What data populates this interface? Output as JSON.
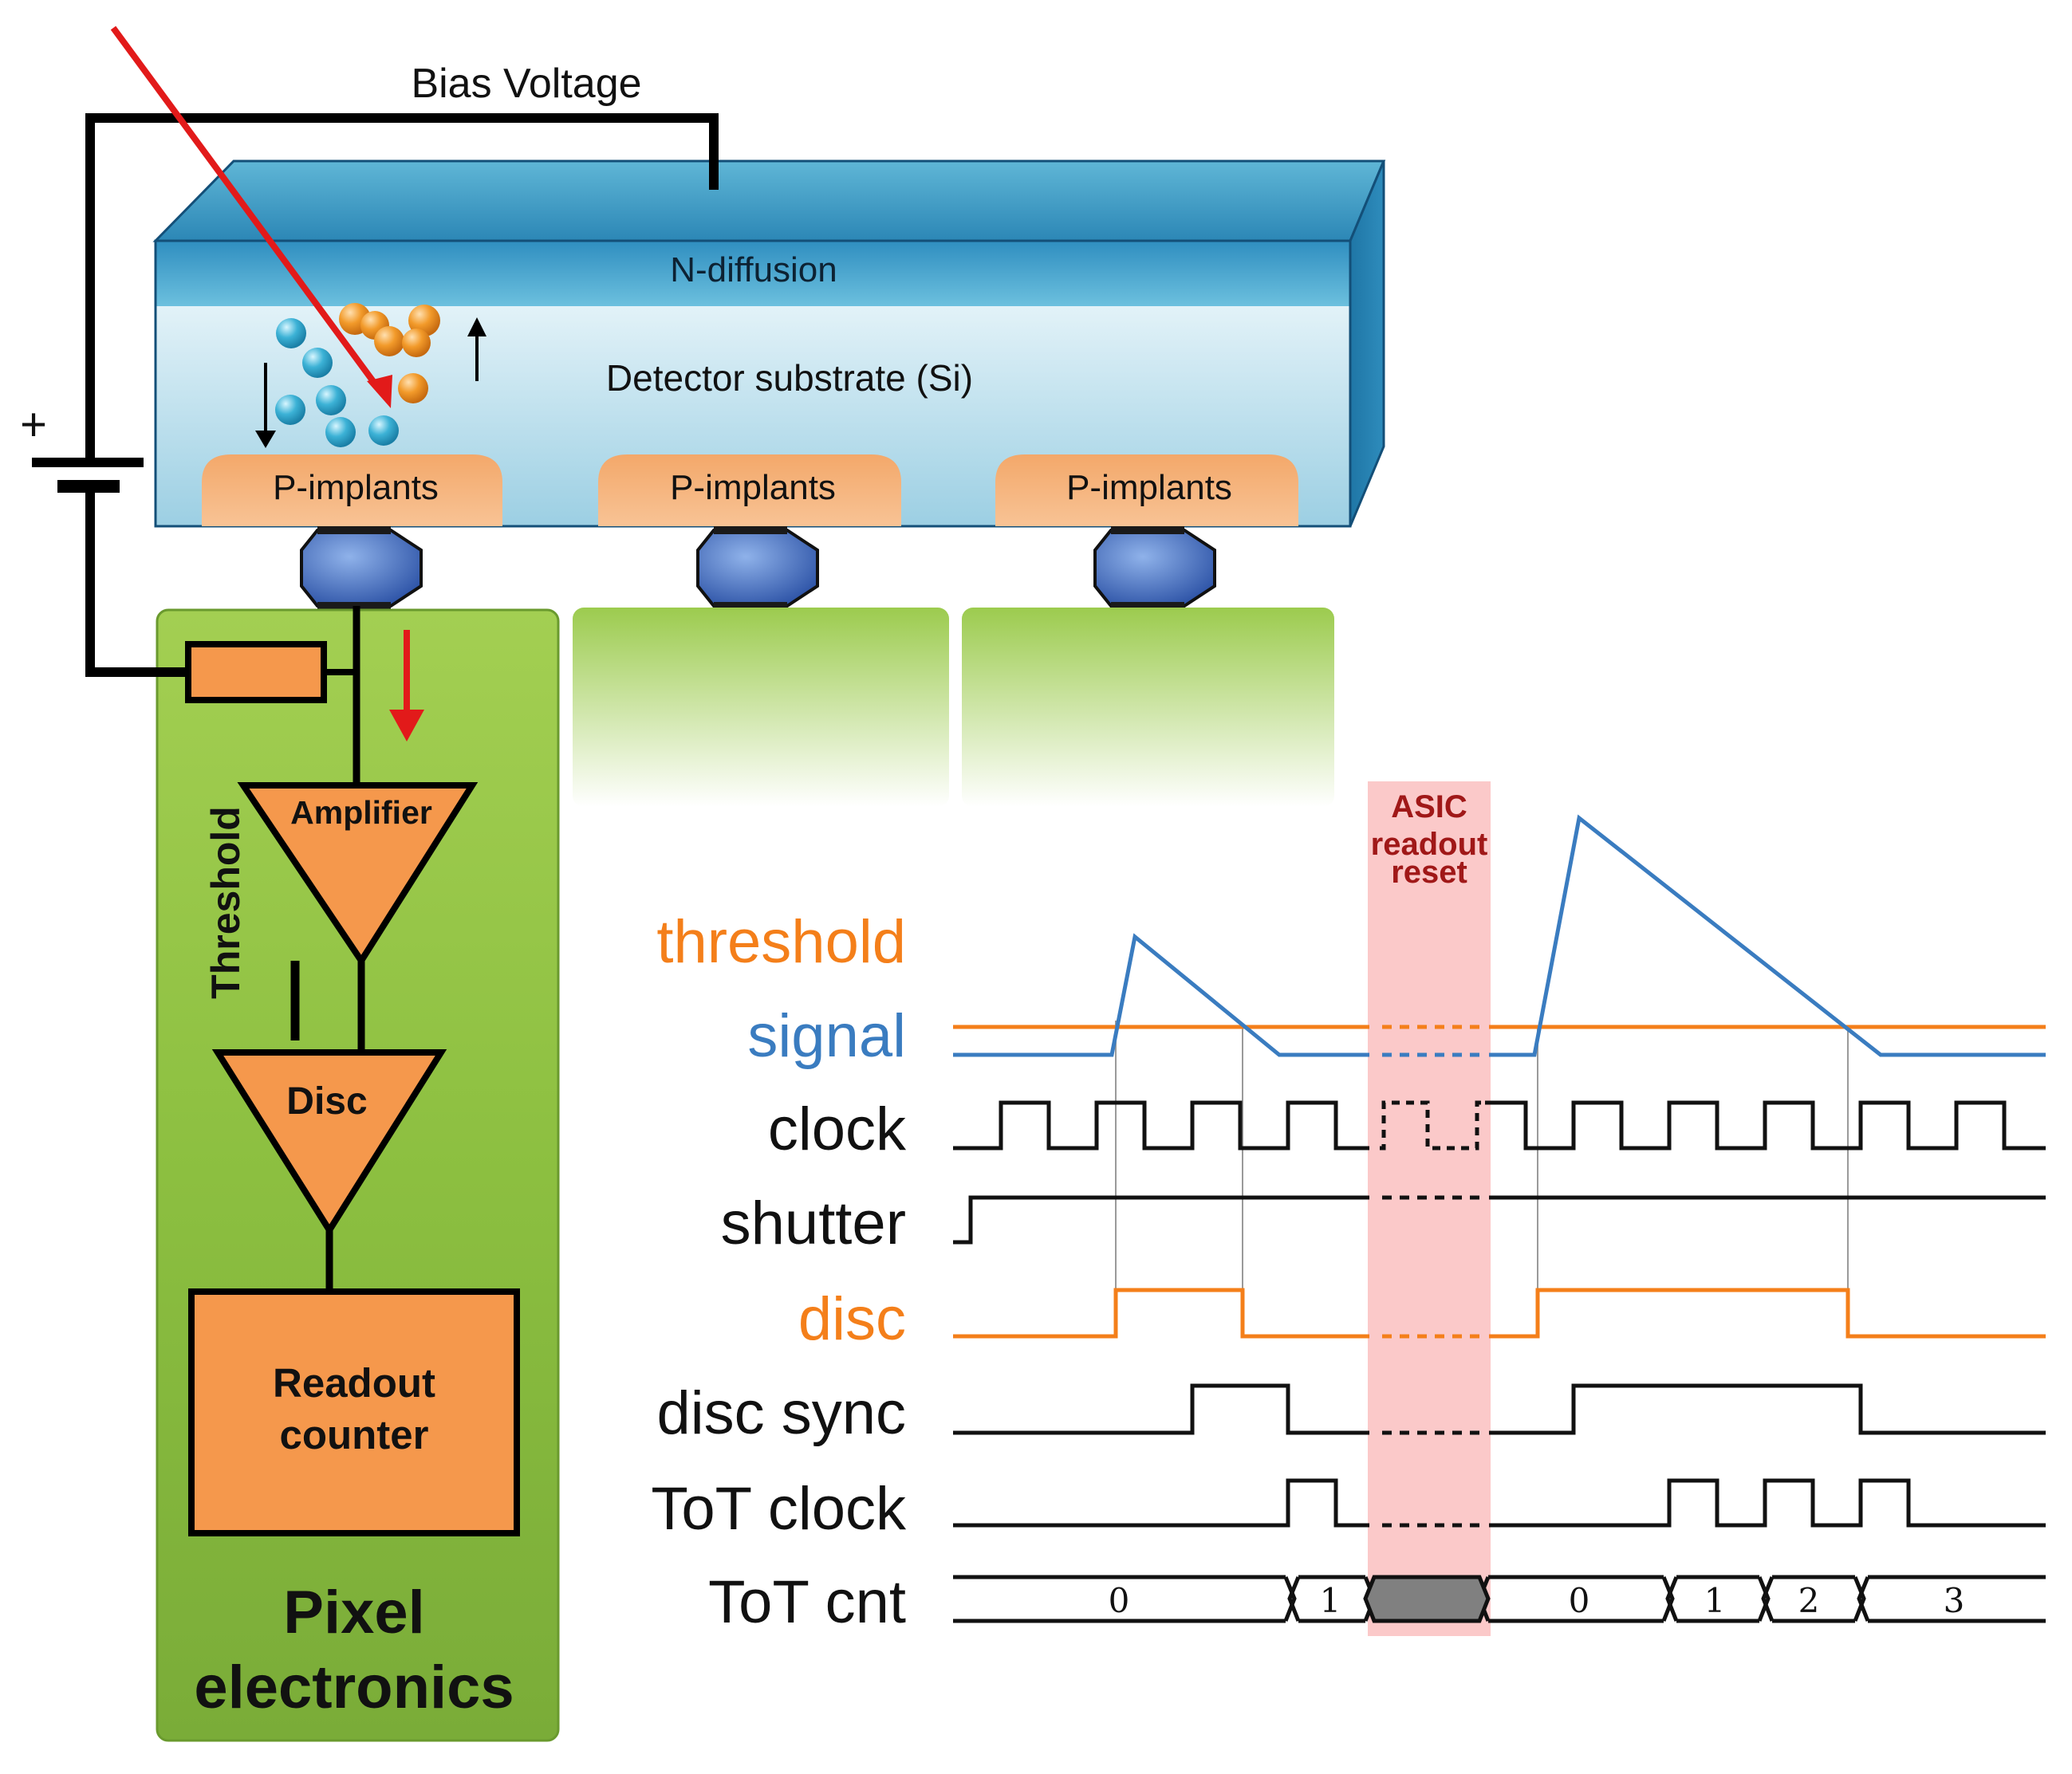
{
  "labels": {
    "bias_voltage": "Bias Voltage",
    "plus": "+",
    "n_diffusion": "N-diffusion",
    "substrate": "Detector substrate (Si)",
    "p_implant_1": "P-implants",
    "p_implant_2": "P-implants",
    "p_implant_3": "P-implants",
    "threshold_vertical": "Threshold",
    "amplifier": "Amplifier",
    "disc_block": "Disc",
    "readout_line1": "Readout",
    "readout_line2": "counter",
    "pixel_line1": "Pixel",
    "pixel_line2": "electronics"
  },
  "timing": {
    "asic_line1": "ASIC",
    "asic_line2": "readout",
    "asic_line3": "reset",
    "signals": [
      "threshold",
      "signal",
      "clock",
      "shutter",
      "disc",
      "disc sync",
      "ToT clock",
      "ToT cnt"
    ],
    "tot_cnt_values": [
      "0",
      "1",
      "0",
      "1",
      "2",
      "3"
    ]
  },
  "colors": {
    "orange": "#f47f1a",
    "blue_signal": "#3a7cc0",
    "pixel_green": "#8dc043",
    "block_orange": "#f5984c",
    "readout_band": "#fbc9c9",
    "asic_text": "#a01818",
    "arrow_red": "#e21a1a"
  }
}
